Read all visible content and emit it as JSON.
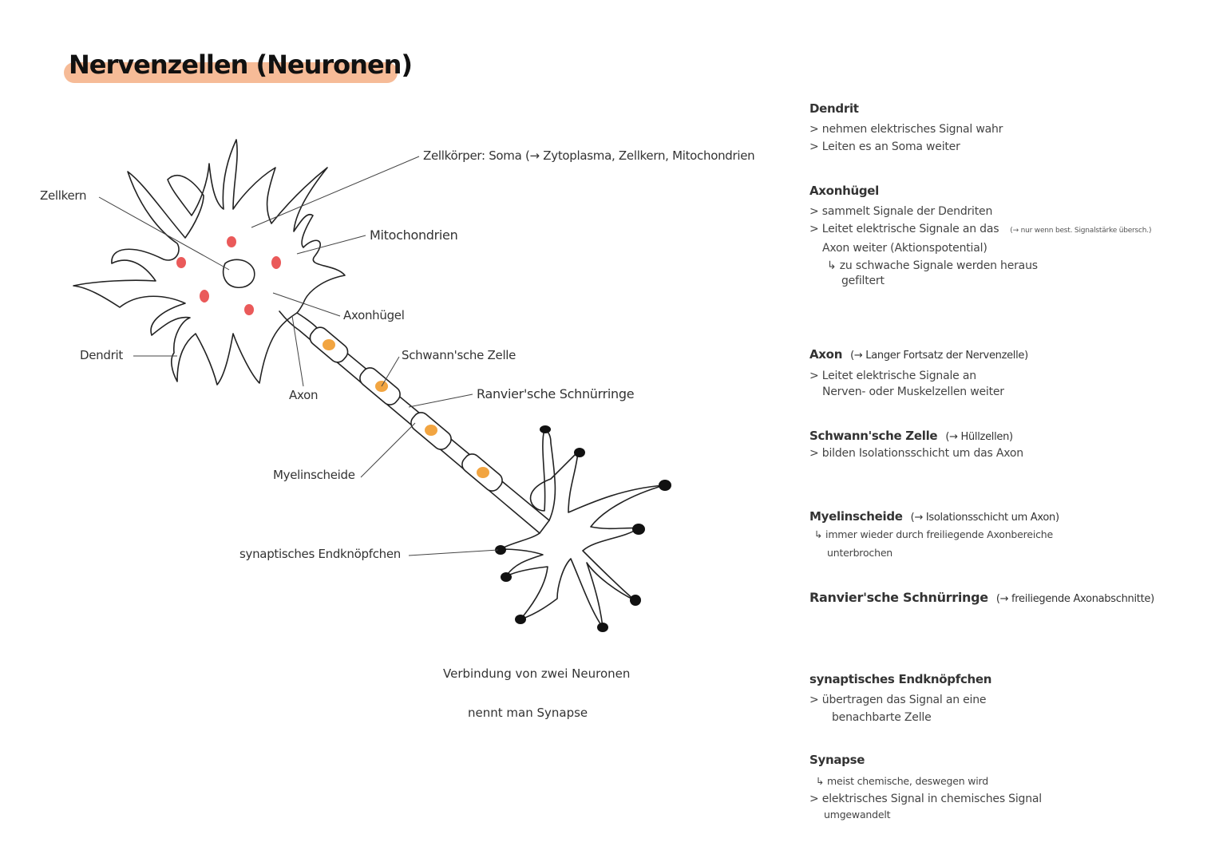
{
  "title": "Nervenzellen   (Neuronen)",
  "colors": {
    "highlight": "#f5b48c",
    "mitochondria": "#ea5a5a",
    "schwann_nucleus": "#f2a541",
    "outline": "#222222"
  },
  "labels": {
    "soma": "Zellkörper: Soma  (→ Zytoplasma, Zellkern, Mitochondrien",
    "zellkern": "Zellkern",
    "mitochondrien": "Mitochondrien",
    "axonhuegel": "Axonhügel",
    "dendrit": "Dendrit",
    "axon": "Axon",
    "schwann": "Schwann'sche  Zelle",
    "ranvier": "Ranvier'sche  Schnürringe",
    "myelin": "Myelinscheide",
    "endknoepfchen": "synaptisches Endknöpfchen"
  },
  "caption": {
    "line1": "Verbindung von zwei Neuronen",
    "line2": "nennt man Synapse"
  },
  "notes": [
    {
      "heading": "Dendrit",
      "lines": [
        "> nehmen elektrisches Signal wahr",
        "> Leiten es an Soma weiter"
      ]
    },
    {
      "heading": "Axonhügel",
      "lines": [
        "> sammelt Signale der Dendriten",
        "> Leitet elektrische Signale an das",
        "Axon weiter (Aktionspotential)",
        "↳ zu schwache Signale werden heraus",
        "gefiltert"
      ],
      "aside": "(→ nur wenn best. Signalstärke übersch.)"
    },
    {
      "heading": "Axon",
      "sub": "(→ Langer Fortsatz der Nervenzelle)",
      "lines": [
        "> Leitet elektrische Signale an",
        "Nerven- oder Muskelzellen weiter"
      ]
    },
    {
      "heading": "Schwann'sche Zelle",
      "sub": "(→ Hüllzellen)",
      "lines": [
        "> bilden Isolationsschicht um das Axon"
      ]
    },
    {
      "heading": "Myelinscheide",
      "sub": "(→ Isolationsschicht um Axon)",
      "lines": [
        "↳ immer wieder durch freiliegende Axonbereiche",
        "unterbrochen"
      ]
    },
    {
      "heading": "Ranvier'sche Schnürringe",
      "sub": "(→ freiliegende Axonabschnitte)",
      "lines": []
    },
    {
      "heading": "synaptisches Endknöpfchen",
      "lines": [
        "> übertragen das Signal an eine",
        "benachbarte Zelle"
      ]
    },
    {
      "heading": "Synapse",
      "lines": [
        "↳ meist chemische, deswegen wird",
        "> elektrisches Signal in chemisches Signal",
        "umgewandelt"
      ]
    }
  ]
}
